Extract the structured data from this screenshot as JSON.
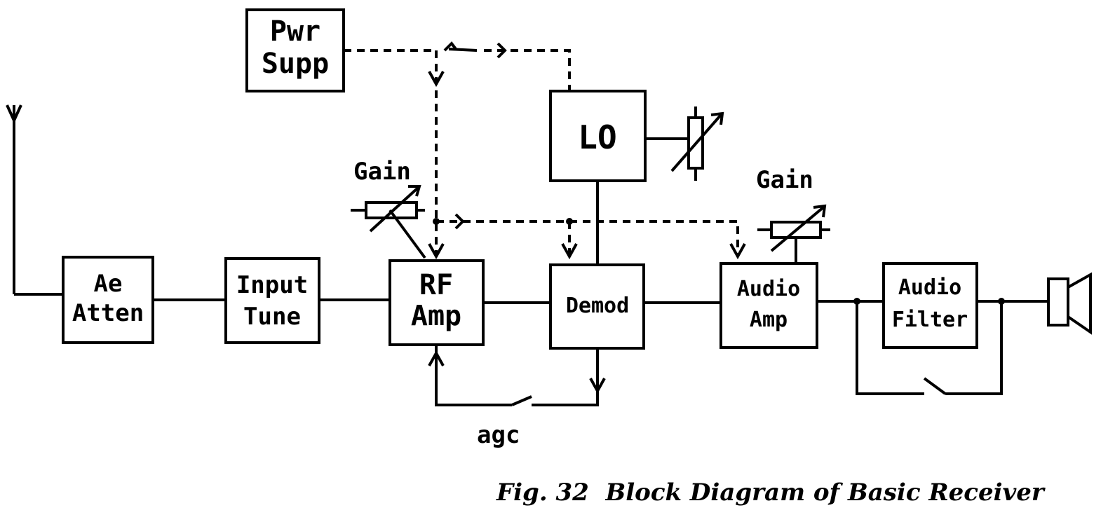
{
  "blocks": {
    "pwr_supp": [
      "Pwr",
      "Supp"
    ],
    "ae_atten": [
      "Ae",
      "Atten"
    ],
    "input_tune": [
      "Input",
      "Tune"
    ],
    "rf_amp": [
      "RF",
      "Amp"
    ],
    "lo": "LO",
    "demod": "Demod",
    "audio_amp": [
      "Audio",
      "Amp"
    ],
    "audio_filter": [
      "Audio",
      "Filter"
    ]
  },
  "labels": {
    "gain_rf": "Gain",
    "gain_audio": "Gain",
    "agc": "agc"
  },
  "caption": "Fig. 32  Block Diagram of Basic Receiver"
}
